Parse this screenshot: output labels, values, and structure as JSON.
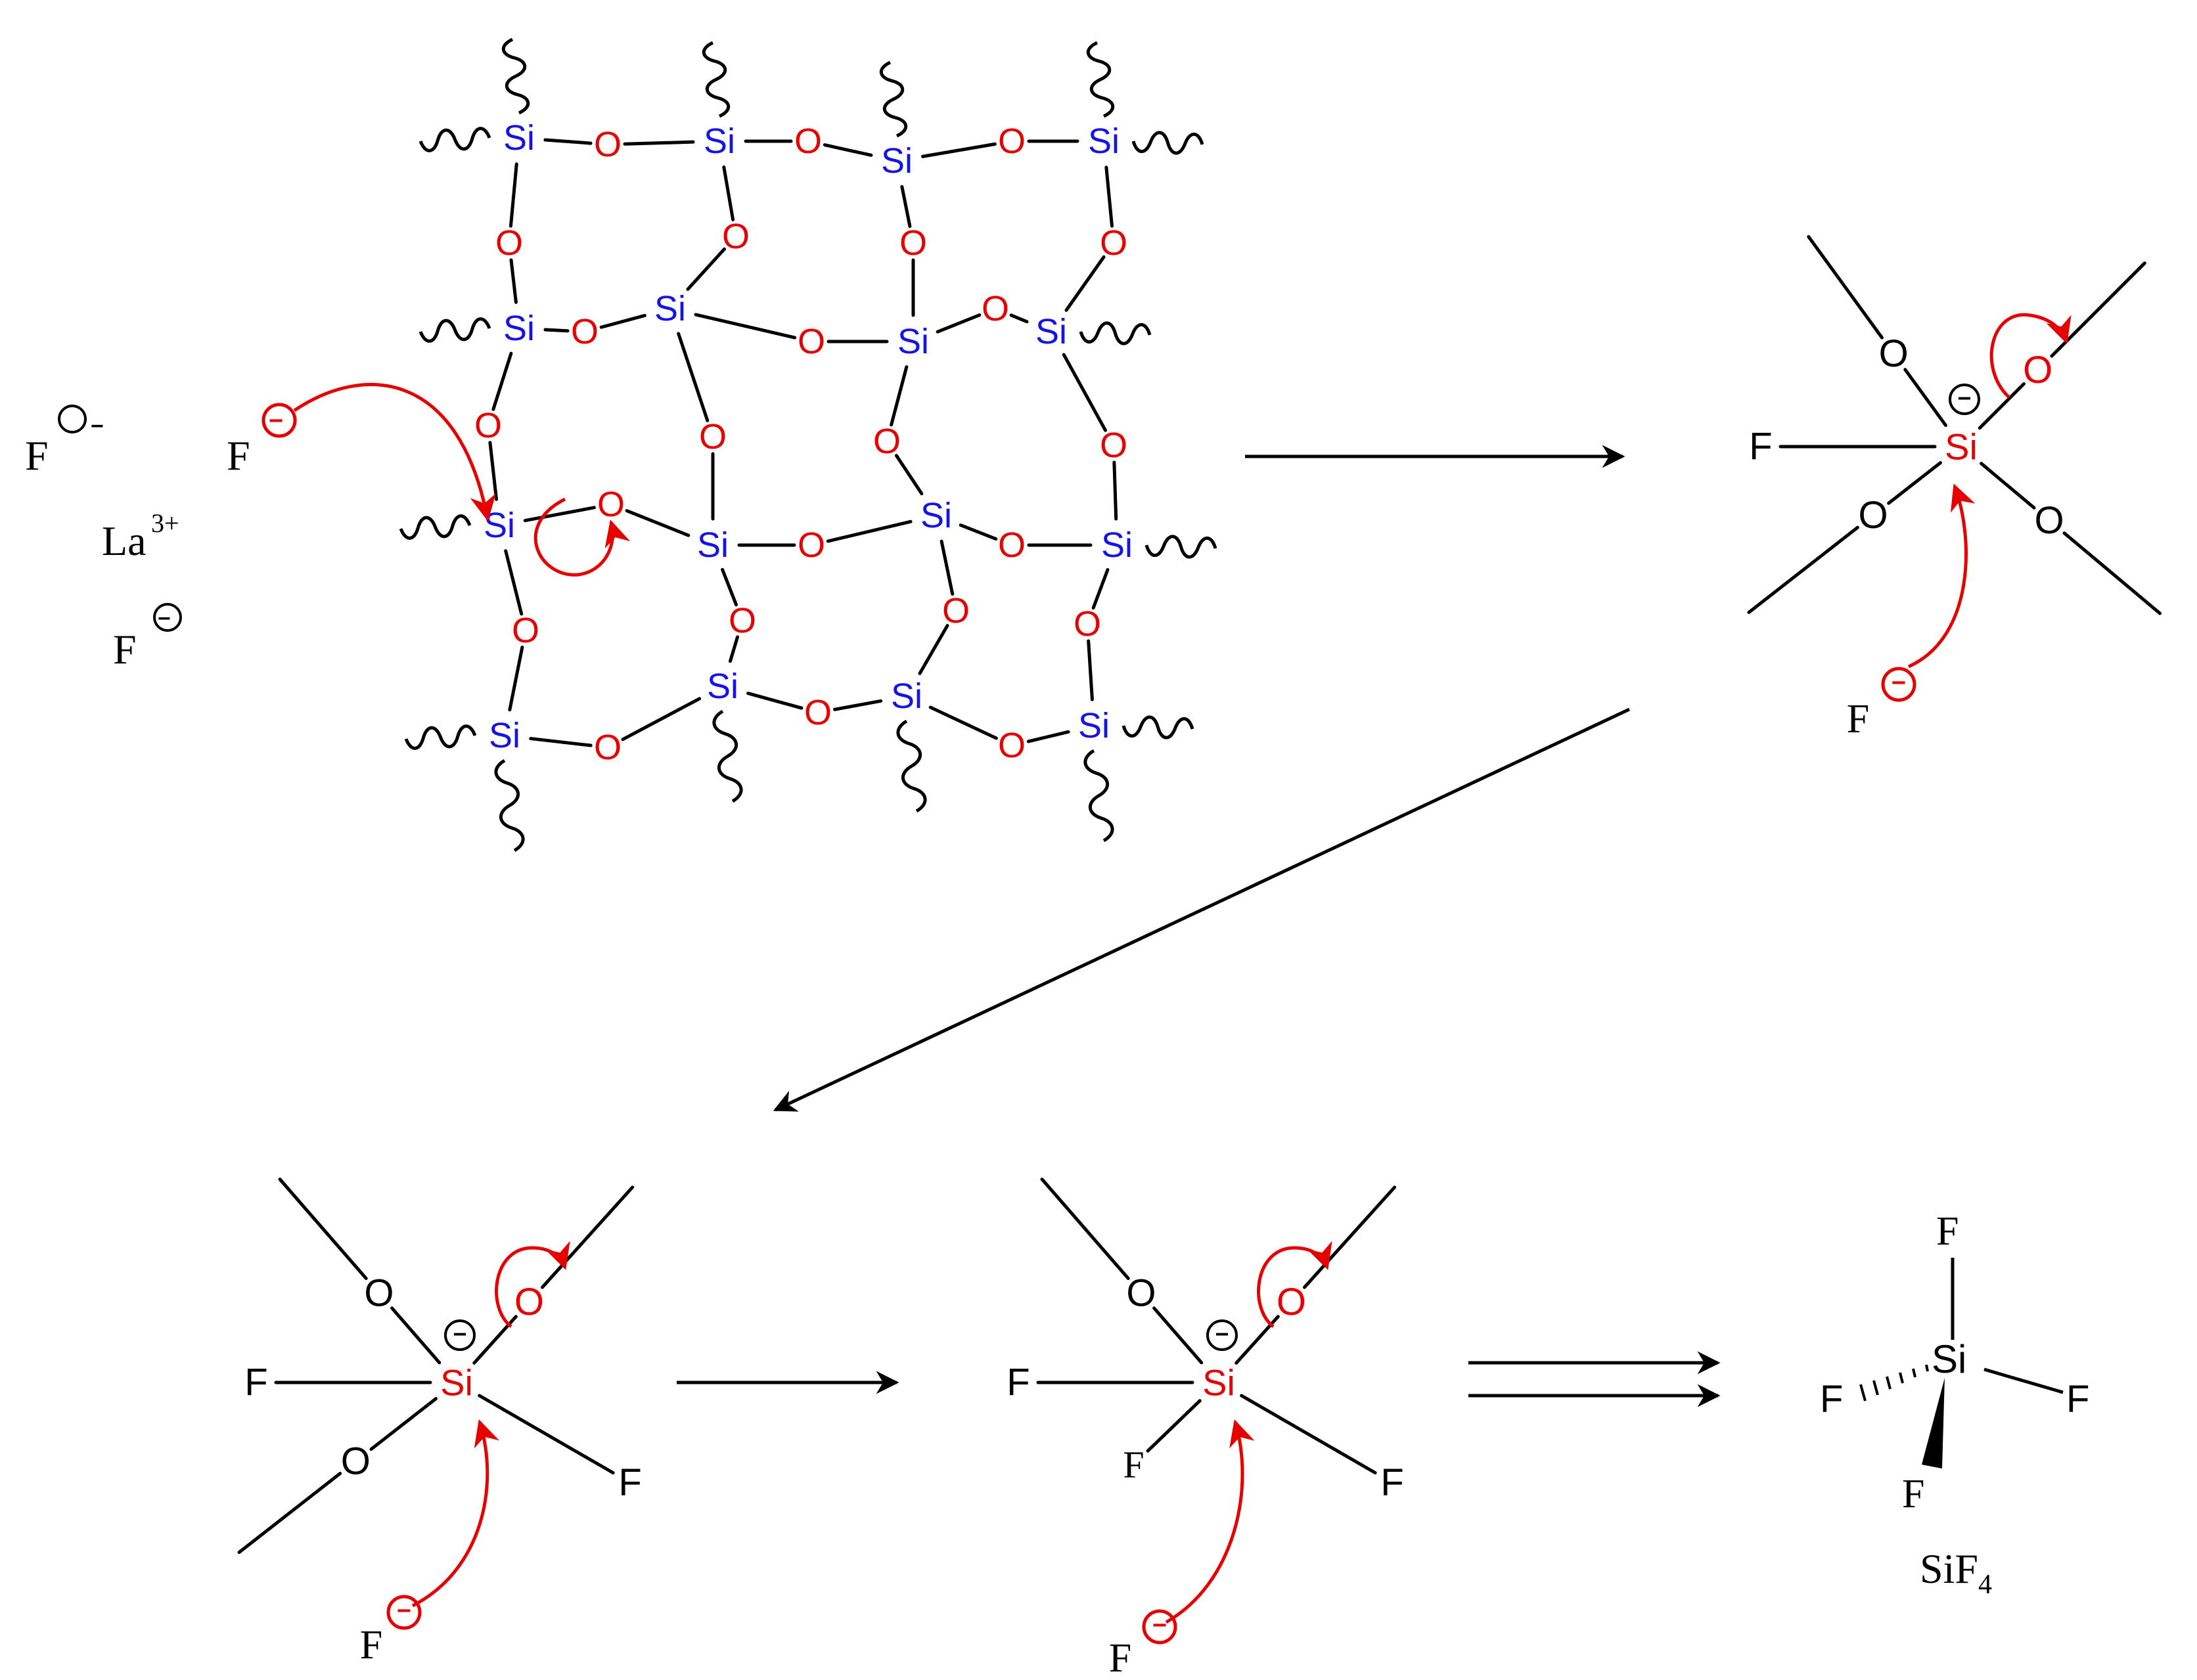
{
  "colors": {
    "bond": "#000000",
    "silicon": "#1414e6",
    "oxygen": "#e60000",
    "mechanism_arrow": "#e60000"
  },
  "labels": {
    "si": "Si",
    "o": "O",
    "f": "F",
    "minus": "−",
    "la": "La",
    "la_charge": "3+",
    "product_si": "Si",
    "product_f": "F",
    "product_sub": "4"
  }
}
